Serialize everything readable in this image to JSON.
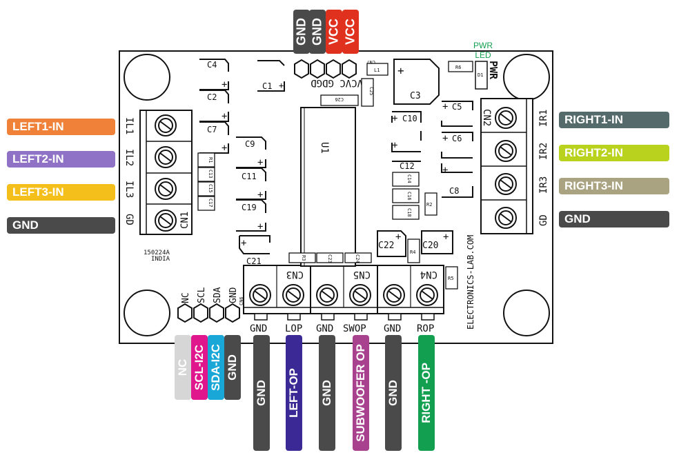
{
  "left_inputs": [
    {
      "label": "LEFT1-IN",
      "color": "#ef8238"
    },
    {
      "label": "LEFT2-IN",
      "color": "#8f72c5"
    },
    {
      "label": "LEFT3-IN",
      "color": "#f4bf1a"
    },
    {
      "label": "GND",
      "color": "#4a4a4a"
    }
  ],
  "right_inputs": [
    {
      "label": "RIGHT1-IN",
      "color": "#556b6b"
    },
    {
      "label": "RIGHT2-IN",
      "color": "#b9d21e"
    },
    {
      "label": "RIGHT3-IN",
      "color": "#a9a381"
    },
    {
      "label": "GND",
      "color": "#4a4a4a"
    }
  ],
  "top_header": [
    {
      "label": "GND",
      "color": "#4a4a4a"
    },
    {
      "label": "GND",
      "color": "#4a4a4a"
    },
    {
      "label": "VCC",
      "color": "#e0301e"
    },
    {
      "label": "VCC",
      "color": "#e0301e"
    }
  ],
  "i2c_header": [
    {
      "label": "NC",
      "color": "#d6d6d6"
    },
    {
      "label": "SCL-I2C",
      "color": "#e0168c"
    },
    {
      "label": "SDA-I2C",
      "color": "#18a7d6"
    },
    {
      "label": "GND",
      "color": "#4a4a4a"
    }
  ],
  "outputs": [
    {
      "label": "GND",
      "color": "#4a4a4a"
    },
    {
      "label": "LEFT-OP",
      "color": "#3b2a95"
    },
    {
      "label": "GND",
      "color": "#4a4a4a"
    },
    {
      "label": "SUBWOOFER OP",
      "color": "#a8428f"
    },
    {
      "label": "GND",
      "color": "#4a4a4a"
    },
    {
      "label": "RIGHT -OP",
      "color": "#12a050"
    }
  ],
  "pwr_led": {
    "line1": "PWR",
    "line2": "LED",
    "color": "#12a050"
  },
  "silkscreen": {
    "cn1": "CN1",
    "cn2": "CN2",
    "cn3": "CN3",
    "cn4": "CN4",
    "cn5": "CN5",
    "cn6": "CN6",
    "cn7": "CN7",
    "pwr": "PWR",
    "u1": "U1",
    "date": "150224A",
    "india": "INDIA",
    "website": "ELECTRONICS-LAB.COM",
    "left_pins": [
      "IL1",
      "IL2",
      "IL3",
      "GD"
    ],
    "right_pins": [
      "IR1",
      "IR2",
      "IR3",
      "GD"
    ],
    "top_pins": "VCVC GDGD",
    "i2c_pins": [
      "NC",
      "SCL",
      "SDA",
      "GND"
    ],
    "out_pins": [
      "GND",
      "LOP",
      "GND",
      "SWOP",
      "GND",
      "ROP"
    ],
    "caps": {
      "c1": "C1",
      "c2": "C2",
      "c3": "C3",
      "c4": "C4",
      "c5": "C5",
      "c6": "C6",
      "c7": "C7",
      "c8": "C8",
      "c9": "C9",
      "c10": "C10",
      "c11": "C11",
      "c12": "C12",
      "c19": "C19",
      "c20": "C20",
      "c21": "C21",
      "c22": "C22"
    },
    "small": {
      "c13": "C13",
      "c14": "C14",
      "c15": "C15",
      "c16": "C16",
      "c17": "C17",
      "c18": "C18",
      "c23": "C23",
      "c24": "C24",
      "c25": "C25",
      "c26": "C26",
      "r1": "R1",
      "r2": "R2",
      "r3": "R3",
      "r4": "R4",
      "r5": "R5",
      "r6": "R6",
      "l1": "L1",
      "d1": "D1"
    }
  }
}
